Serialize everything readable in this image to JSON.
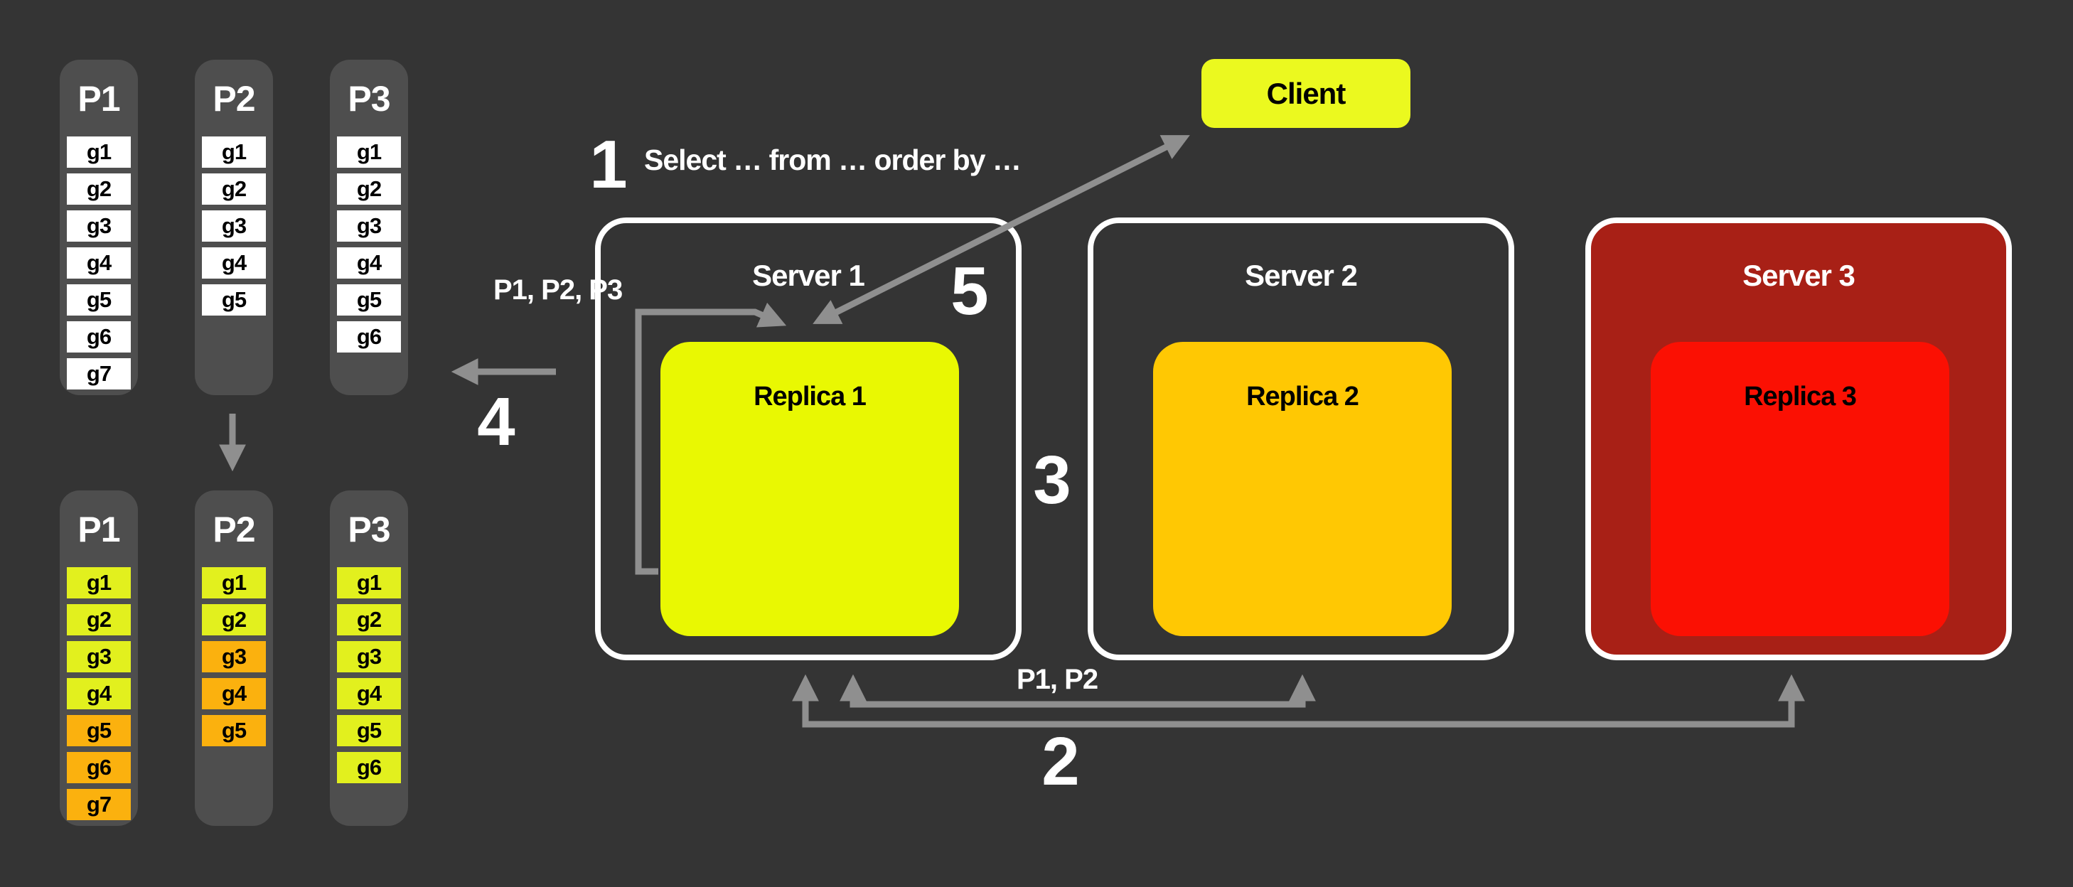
{
  "colors": {
    "background": "#343434",
    "column_bg": "#4e4e4e",
    "cell_white": "#ffffff",
    "cell_yellow": "#e2f01e",
    "cell_orange": "#fbb10e",
    "client_bg": "#ebf91f",
    "replica1_bg": "#e9f802",
    "replica2_bg": "#ffc803",
    "replica3_bg": "#fb1003",
    "server3_bg": "#a82016",
    "server_border": "#ffffff",
    "arrow": "#8f8f8f",
    "text_light": "#ffffff",
    "text_dark": "#000000"
  },
  "partitions": {
    "before": {
      "columns": [
        {
          "label": "P1",
          "cells": [
            {
              "label": "g1",
              "color": "cell_white"
            },
            {
              "label": "g2",
              "color": "cell_white"
            },
            {
              "label": "g3",
              "color": "cell_white"
            },
            {
              "label": "g4",
              "color": "cell_white"
            },
            {
              "label": "g5",
              "color": "cell_white"
            },
            {
              "label": "g6",
              "color": "cell_white"
            },
            {
              "label": "g7",
              "color": "cell_white"
            }
          ]
        },
        {
          "label": "P2",
          "cells": [
            {
              "label": "g1",
              "color": "cell_white"
            },
            {
              "label": "g2",
              "color": "cell_white"
            },
            {
              "label": "g3",
              "color": "cell_white"
            },
            {
              "label": "g4",
              "color": "cell_white"
            },
            {
              "label": "g5",
              "color": "cell_white"
            }
          ]
        },
        {
          "label": "P3",
          "cells": [
            {
              "label": "g1",
              "color": "cell_white"
            },
            {
              "label": "g2",
              "color": "cell_white"
            },
            {
              "label": "g3",
              "color": "cell_white"
            },
            {
              "label": "g4",
              "color": "cell_white"
            },
            {
              "label": "g5",
              "color": "cell_white"
            },
            {
              "label": "g6",
              "color": "cell_white"
            }
          ]
        }
      ]
    },
    "after": {
      "columns": [
        {
          "label": "P1",
          "cells": [
            {
              "label": "g1",
              "color": "cell_yellow"
            },
            {
              "label": "g2",
              "color": "cell_yellow"
            },
            {
              "label": "g3",
              "color": "cell_yellow"
            },
            {
              "label": "g4",
              "color": "cell_yellow"
            },
            {
              "label": "g5",
              "color": "cell_orange"
            },
            {
              "label": "g6",
              "color": "cell_orange"
            },
            {
              "label": "g7",
              "color": "cell_orange"
            }
          ]
        },
        {
          "label": "P2",
          "cells": [
            {
              "label": "g1",
              "color": "cell_yellow"
            },
            {
              "label": "g2",
              "color": "cell_yellow"
            },
            {
              "label": "g3",
              "color": "cell_orange"
            },
            {
              "label": "g4",
              "color": "cell_orange"
            },
            {
              "label": "g5",
              "color": "cell_orange"
            }
          ]
        },
        {
          "label": "P3",
          "cells": [
            {
              "label": "g1",
              "color": "cell_yellow"
            },
            {
              "label": "g2",
              "color": "cell_yellow"
            },
            {
              "label": "g3",
              "color": "cell_yellow"
            },
            {
              "label": "g4",
              "color": "cell_yellow"
            },
            {
              "label": "g5",
              "color": "cell_yellow"
            },
            {
              "label": "g6",
              "color": "cell_yellow"
            }
          ]
        }
      ]
    }
  },
  "client": {
    "label": "Client"
  },
  "servers": [
    {
      "label": "Server 1",
      "replica_label": "Replica 1"
    },
    {
      "label": "Server 2",
      "replica_label": "Replica 2"
    },
    {
      "label": "Server 3",
      "replica_label": "Replica 3"
    }
  ],
  "steps": {
    "step1": {
      "number": "1",
      "query": "Select … from … order by …"
    },
    "step2": {
      "number": "2"
    },
    "step3": {
      "number": "3"
    },
    "step4": {
      "number": "4"
    },
    "step5": {
      "number": "5"
    }
  },
  "labels": {
    "server1_partitions": "P1, P2, P3",
    "replicated_partitions": "P1, P2"
  }
}
